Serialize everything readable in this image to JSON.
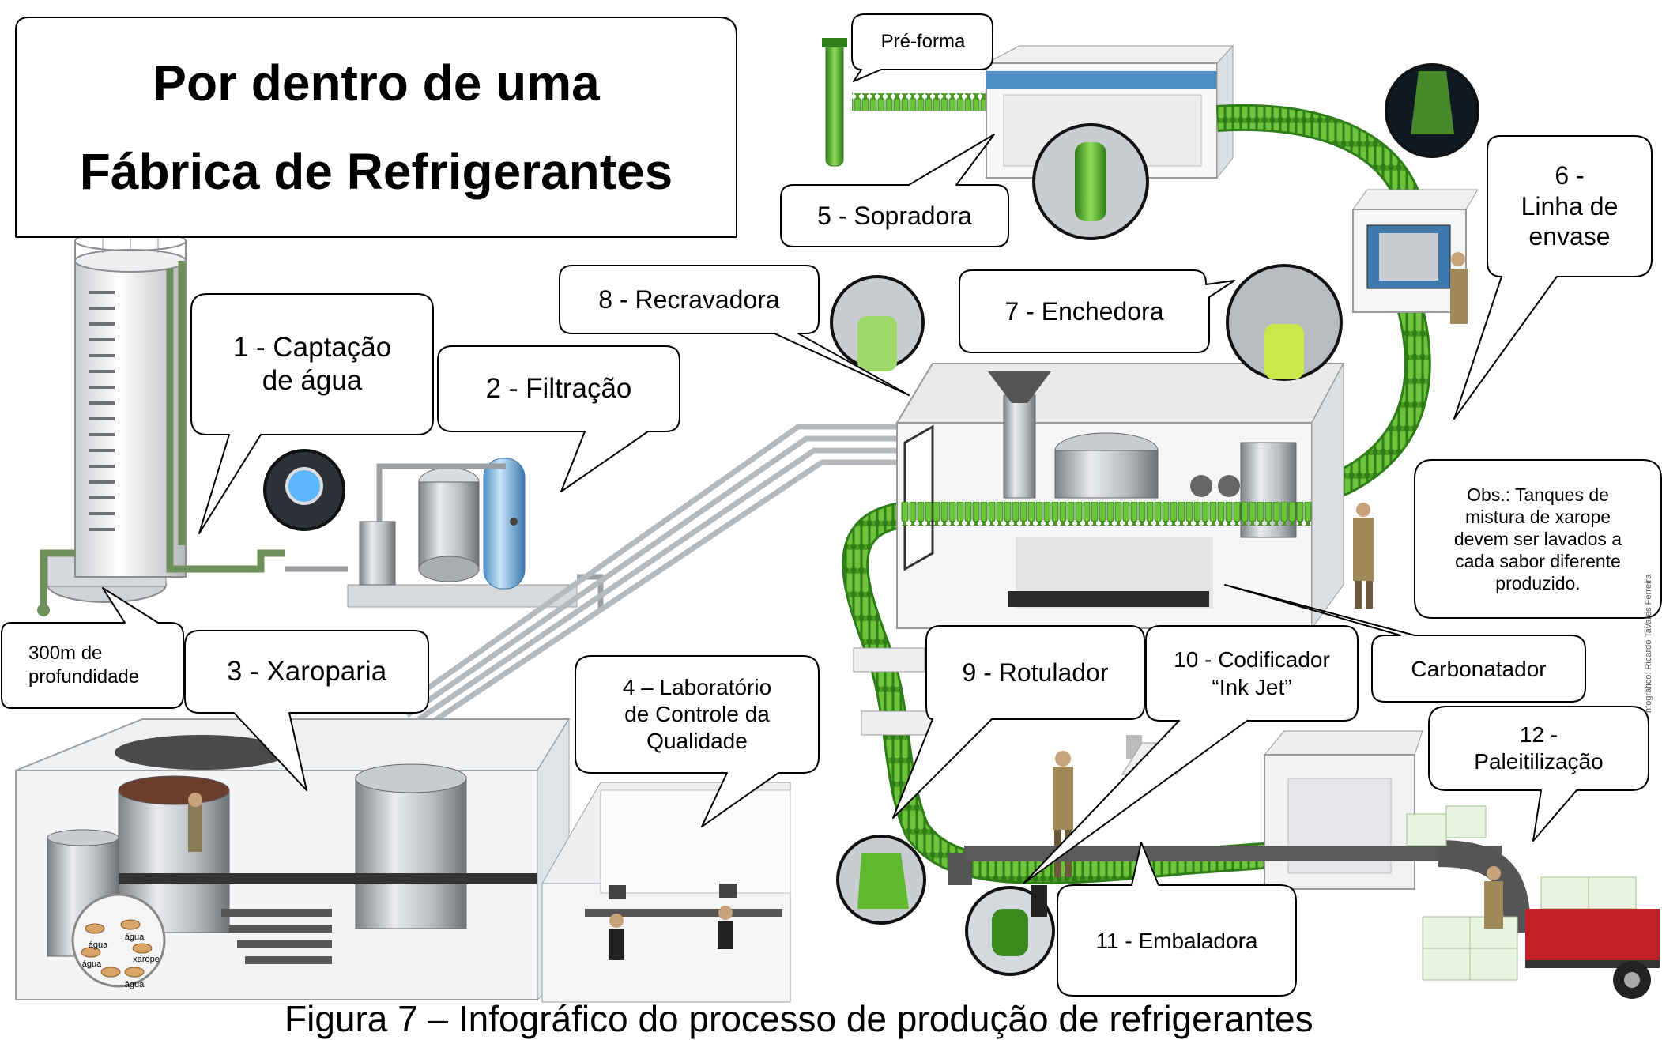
{
  "title": {
    "line1": "Por dentro de uma",
    "line2": "Fábrica de Refrigerantes"
  },
  "callouts": {
    "preforma": "Pré-forma",
    "sopradora": "5 - Sopradora",
    "linha_envase": [
      "6 -",
      "Linha de",
      "envase"
    ],
    "recravadora": "8 - Recravadora",
    "enchedora": "7 - Enchedora",
    "captacao": [
      "1 - Captação",
      "de água"
    ],
    "filtracao": "2 - Filtração",
    "obs": [
      "Obs.: Tanques de",
      "mistura de xarope",
      "devem ser lavados a",
      "cada sabor diferente",
      "produzido."
    ],
    "profundidade": [
      "300m de",
      "profundidade"
    ],
    "xaroparia": "3 - Xaroparia",
    "laboratorio": [
      "4 – Laboratório",
      "de Controle da",
      "Qualidade"
    ],
    "rotulador": "9 - Rotulador",
    "codificador": [
      "10 - Codificador",
      "“Ink Jet”"
    ],
    "carbonatador": "Carbonatador",
    "paletizacao": [
      "12 -",
      "Paleitilização"
    ],
    "embaladora": "11 - Embaladora"
  },
  "tank_labels": {
    "agua_1": "água",
    "agua_2": "água",
    "agua_3": "água",
    "agua_4": "água",
    "xarope": "xarope"
  },
  "credit": "Infográfico: Ricardo Tavares Ferreira",
  "caption": "Figura 7 – Infográfico do processo de produção de refrigerantes",
  "colors": {
    "bottle_green": "#5fb82e",
    "bottle_dark": "#2f7d18",
    "pipe_green": "#6d8f5a",
    "steel": "#b9bdc2",
    "filter_blue": "#8ec3ea",
    "truck_red": "#c3202a"
  }
}
